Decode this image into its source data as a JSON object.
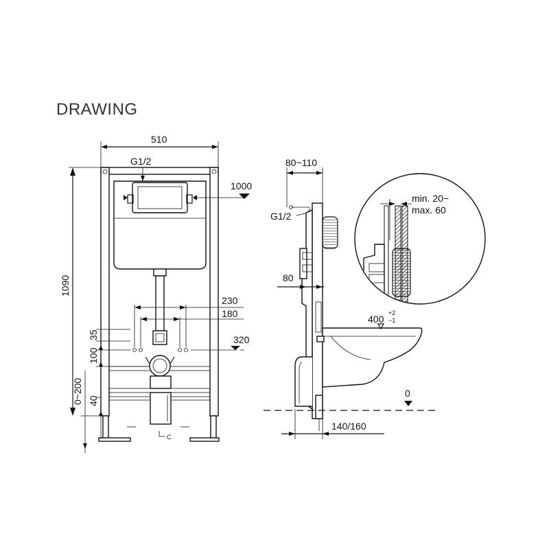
{
  "title": "DRAWING",
  "labels": {
    "w510": "510",
    "g12_front": "G1/2",
    "d1000": "1000",
    "h1090": "1090",
    "d230": "230",
    "d180": "180",
    "d35": "35",
    "d320": "320",
    "d100": "100",
    "d0_200": "0~200",
    "d40": "40",
    "c_mark": "C",
    "d80_110": "80~110",
    "g12_side": "G1/2",
    "d80": "80",
    "d400": "400",
    "tol_plus": "+2",
    "tol_minus": "−1",
    "zero": "0",
    "d140_160": "140/160",
    "min20": "min. 20−",
    "max60": "max. 60"
  }
}
